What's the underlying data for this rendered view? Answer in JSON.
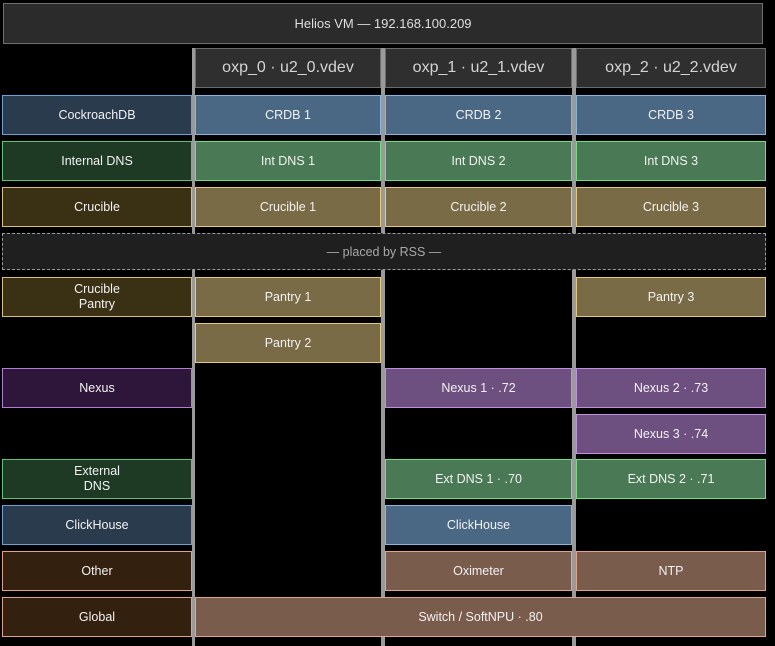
{
  "header": {
    "title": "Helios VM — 192.168.100.209"
  },
  "columns": [
    {
      "label": ""
    },
    {
      "label": "oxp_0 · u2_0.vdev"
    },
    {
      "label": "oxp_1 · u2_1.vdev"
    },
    {
      "label": "oxp_2 · u2_2.vdev"
    }
  ],
  "divider": {
    "label": "— placed by RSS —"
  },
  "rows": [
    {
      "name": "cockroachdb",
      "label": "CockroachDB",
      "color": "blue",
      "cells": [
        "CRDB 1",
        "CRDB 2",
        "CRDB 3"
      ]
    },
    {
      "name": "internal-dns",
      "label": "Internal DNS",
      "color": "green",
      "cells": [
        "Int DNS 1",
        "Int DNS 2",
        "Int DNS 3"
      ]
    },
    {
      "name": "crucible",
      "label": "Crucible",
      "color": "gold",
      "cells": [
        "Crucible 1",
        "Crucible 2",
        "Crucible 3"
      ]
    },
    {
      "name": "crucible-pantry",
      "label": "Crucible\nPantry",
      "color": "gold",
      "cells": [
        "Pantry 1",
        "",
        "Pantry 3"
      ],
      "extra": [
        "Pantry 2",
        "",
        ""
      ]
    },
    {
      "name": "nexus",
      "label": "Nexus",
      "color": "purple",
      "cells": [
        "",
        "Nexus 1 · .72",
        "Nexus 2 · .73"
      ],
      "extra": [
        "",
        "",
        "Nexus 3 · .74"
      ]
    },
    {
      "name": "external-dns",
      "label": "External\nDNS",
      "color": "green",
      "cells": [
        "",
        "Ext DNS 1 · .70",
        "Ext DNS 2 · .71"
      ]
    },
    {
      "name": "clickhouse",
      "label": "ClickHouse",
      "color": "blue",
      "cells": [
        "",
        "ClickHouse",
        ""
      ]
    },
    {
      "name": "other",
      "label": "Other",
      "color": "salmon",
      "cells": [
        "",
        "Oximeter",
        "NTP"
      ]
    },
    {
      "name": "global",
      "label": "Global",
      "color": "salmon",
      "span_cell": "Switch / SoftNPU · .80"
    }
  ],
  "colors": {
    "background": "#000000",
    "grid": "#9a9a9a",
    "header_bg": "#2b2b2b",
    "blue": "#4a6884",
    "blue_label": "#2a3b4d",
    "green": "#4a7a55",
    "green_label": "#1e3a24",
    "gold": "#7a6b47",
    "gold_label": "#3a3014",
    "purple": "#6d4f80",
    "purple_label": "#2e163a",
    "salmon": "#7a5c4d",
    "salmon_label": "#33200f"
  }
}
